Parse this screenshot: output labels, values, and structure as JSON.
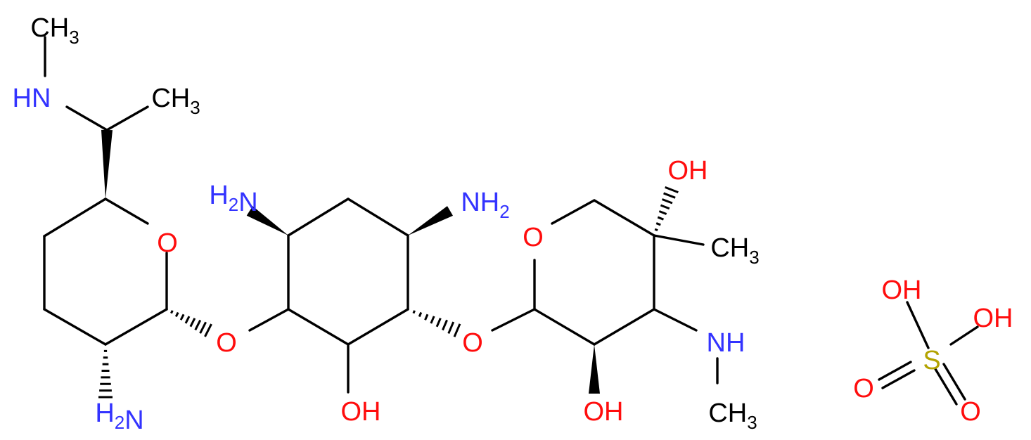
{
  "colors": {
    "bond": "#000000",
    "N": "#3333ff",
    "O": "#ff0d0d",
    "S": "#b3a300",
    "C": "#000000"
  },
  "labels": {
    "methylamine_ch3": "CH3",
    "nh_top": "HN",
    "ch3_top_right": "CH3",
    "nh2_left_sugar": "H2N",
    "nh2_ring_left": "H2N",
    "nh2_ring_right": "NH2",
    "o_ring_left": "O",
    "o_link_left": "O",
    "oh_ring_bottom": "OH",
    "o_link_right": "O",
    "o_ring_right": "O",
    "oh_top_right": "OH",
    "ch3_right": "CH3",
    "nh_right": "NH",
    "ch3_bottom_right": "CH3",
    "oh_bottom_right": "OH",
    "sulfate_oh_left": "OH",
    "sulfate_oh_right": "OH",
    "sulfate_s": "S",
    "sulfate_o_left": "O",
    "sulfate_o_right": "O"
  }
}
